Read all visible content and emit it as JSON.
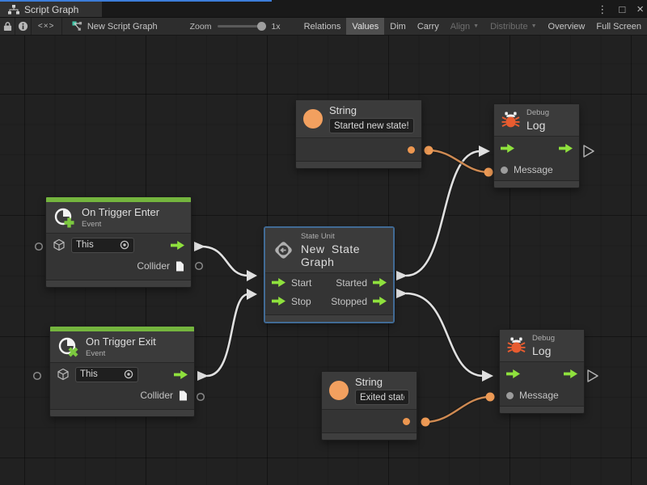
{
  "window": {
    "tab_label": "Script Graph",
    "menu_icon": "⋮",
    "maximize_icon": "□",
    "close_icon": "×"
  },
  "toolbar": {
    "code_glyph": "<×>",
    "graph_name": "New Script Graph",
    "zoom_label": "Zoom",
    "zoom_value": "1x",
    "relations": "Relations",
    "values": "Values",
    "dim": "Dim",
    "carry": "Carry",
    "align": "Align",
    "distribute": "Distribute",
    "overview": "Overview",
    "fullscreen": "Full Screen",
    "dropdown_arrow": "▼"
  },
  "nodes": {
    "string_top": {
      "title": "String",
      "value": "Started new state!"
    },
    "string_bottom": {
      "title": "String",
      "value": "Exited state"
    },
    "debug_top": {
      "kind": "Debug",
      "title": "Log",
      "message_label": "Message"
    },
    "debug_bottom": {
      "kind": "Debug",
      "title": "Log",
      "message_label": "Message"
    },
    "trigger_enter": {
      "title": "On Trigger Enter",
      "subtitle": "Event",
      "self_value": "This",
      "output_label": "Collider"
    },
    "trigger_exit": {
      "title": "On Trigger Exit",
      "subtitle": "Event",
      "self_value": "This",
      "output_label": "Collider"
    },
    "state_unit": {
      "kind": "State Unit",
      "title": "New State Graph",
      "start": "Start",
      "stop": "Stop",
      "started": "Started",
      "stopped": "Stopped"
    }
  },
  "connections": [
    {
      "from": "trigger_enter.flow_out",
      "to": "state_unit.start",
      "type": "flow"
    },
    {
      "from": "trigger_exit.flow_out",
      "to": "state_unit.stop",
      "type": "flow"
    },
    {
      "from": "state_unit.started",
      "to": "debug_top.flow_in",
      "type": "flow"
    },
    {
      "from": "state_unit.stopped",
      "to": "debug_bottom.flow_in",
      "type": "flow"
    },
    {
      "from": "string_top.output",
      "to": "debug_top.message",
      "type": "value"
    },
    {
      "from": "string_bottom.output",
      "to": "debug_bottom.message",
      "type": "value"
    }
  ],
  "colors": {
    "focus_blue": "#3c7dd9",
    "event_green": "#74b53e",
    "flow_green": "#8FE13D",
    "value_orange": "#ED9A55",
    "wire_orange": "#cf8a52",
    "bug_orange": "#E85C30",
    "selection_blue": "#3f6e9e"
  }
}
